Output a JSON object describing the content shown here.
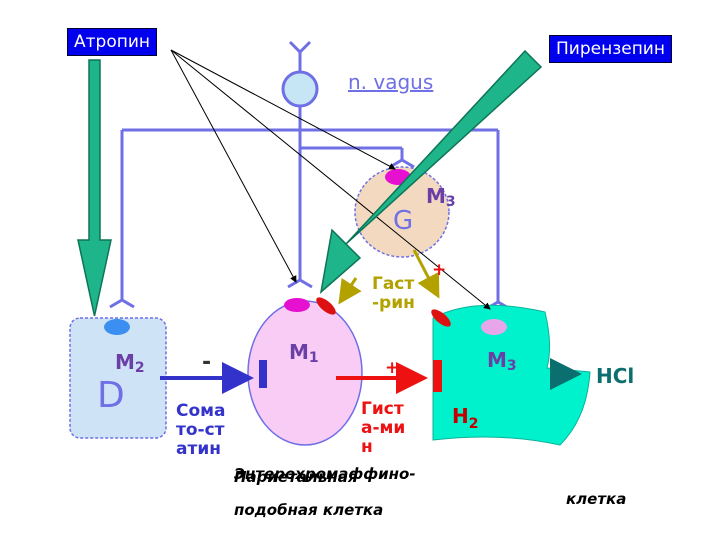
{
  "labels": {
    "atropine": "Атропин",
    "pirenzepine": "Пирензепин",
    "vagus": "n.  vagus",
    "d_cell": "D",
    "d_cell_receptor": "M",
    "d_cell_receptor_sub": "2",
    "somatostatin_line1": "Сома",
    "somatostatin_line2": "то-ст",
    "somatostatin_line3": "атин",
    "minus_sign": "-",
    "ecl_receptor": "M",
    "ecl_receptor_sub": "1",
    "g_cell_receptor": "M",
    "g_cell_receptor_sub": "3",
    "g_cell": "G",
    "gastrin_line1": "Гаст",
    "gastrin_line2": "-рин",
    "gastrin_plus": "+",
    "histamine_line1": "Гист",
    "histamine_line2": "а-ми",
    "histamine_line3": "н",
    "histamine_plus": "+",
    "h2_receptor": "H",
    "h2_receptor_sub": "2",
    "parietal_receptor": "M",
    "parietal_receptor_sub": "3",
    "hcl": "HCl",
    "ecl_caption_line1": "Энтерохромаффино-",
    "ecl_caption_line2": "подобная клетка",
    "parietal_caption_line1": "Париетальная",
    "parietal_caption_line2": "клетка"
  },
  "colors": {
    "nerve": "#6f6fe6",
    "atropine_arrow": "#1fb58a",
    "pirenzepine_arrow": "#1fb58a",
    "label_box": "#0000ee",
    "d_cell_fill": "#cfe3f7",
    "ecl_cell_fill": "#f9ccf6",
    "g_cell_fill": "#f2d9c0",
    "parietal_fill": "#00f2cc",
    "somatostatin": "#3333cc",
    "gastrin": "#b3a100",
    "histamine": "#ee1111",
    "hcl": "#0b6f6f"
  }
}
